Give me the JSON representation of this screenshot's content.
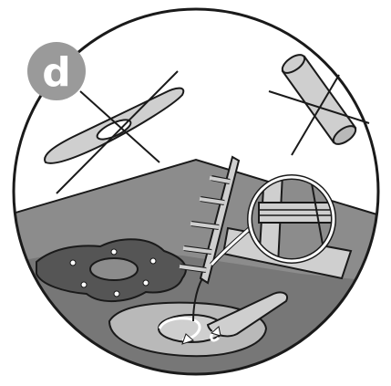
{
  "step": {
    "label": "d"
  },
  "colors": {
    "badge_fill": "#9a9a9a",
    "badge_text": "#ffffff",
    "floor_light": "#8c8c8c",
    "floor_dark": "#6d6d6d",
    "gasket": "#555555",
    "part_fill": "#cfcfcf",
    "outline": "#1a1a1a",
    "background": "#ffffff"
  },
  "illustration": {
    "frame": "circle",
    "crossed_out_parts": [
      "disc-filter",
      "cylinder-filter"
    ],
    "parts": [
      "dark-gasket",
      "filter-plate",
      "filter-cup",
      "filter-handle",
      "rotation-arrows",
      "detail-magnifier"
    ]
  }
}
